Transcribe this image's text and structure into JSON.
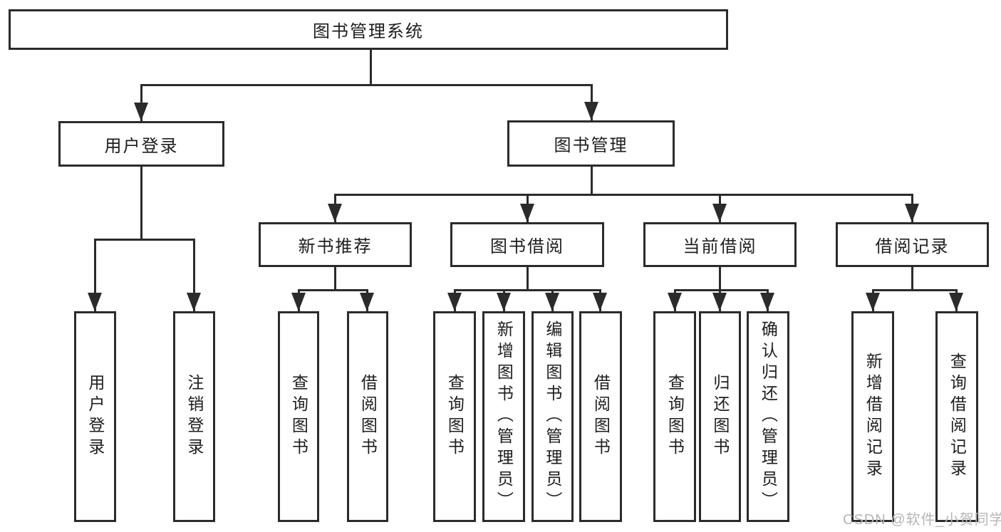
{
  "colors": {
    "line": "#2b2b2b",
    "text": "#1d1d1d",
    "watermark": "#b6b6b6",
    "background": "#ffffff"
  },
  "root": {
    "label": "图书管理系统"
  },
  "level2": [
    {
      "label": "用户登录"
    },
    {
      "label": "图书管理"
    }
  ],
  "level3": [
    {
      "label": "新书推荐"
    },
    {
      "label": "图书借阅"
    },
    {
      "label": "当前借阅"
    },
    {
      "label": "借阅记录"
    }
  ],
  "leaves": {
    "login": [
      "用户登录",
      "注销登录"
    ],
    "new_books": [
      "查询图书",
      "借阅图书"
    ],
    "book_borrow": [
      "查询图书",
      "新增图书（管理员）",
      "编辑图书（管理员）",
      "借阅图书"
    ],
    "current_borrow": [
      "查询图书",
      "归还图书",
      "确认归还（管理员）"
    ],
    "borrow_records": [
      "新增借阅记录",
      "查询借阅记录"
    ]
  },
  "watermark": "CSDN @软件_小贺同学"
}
